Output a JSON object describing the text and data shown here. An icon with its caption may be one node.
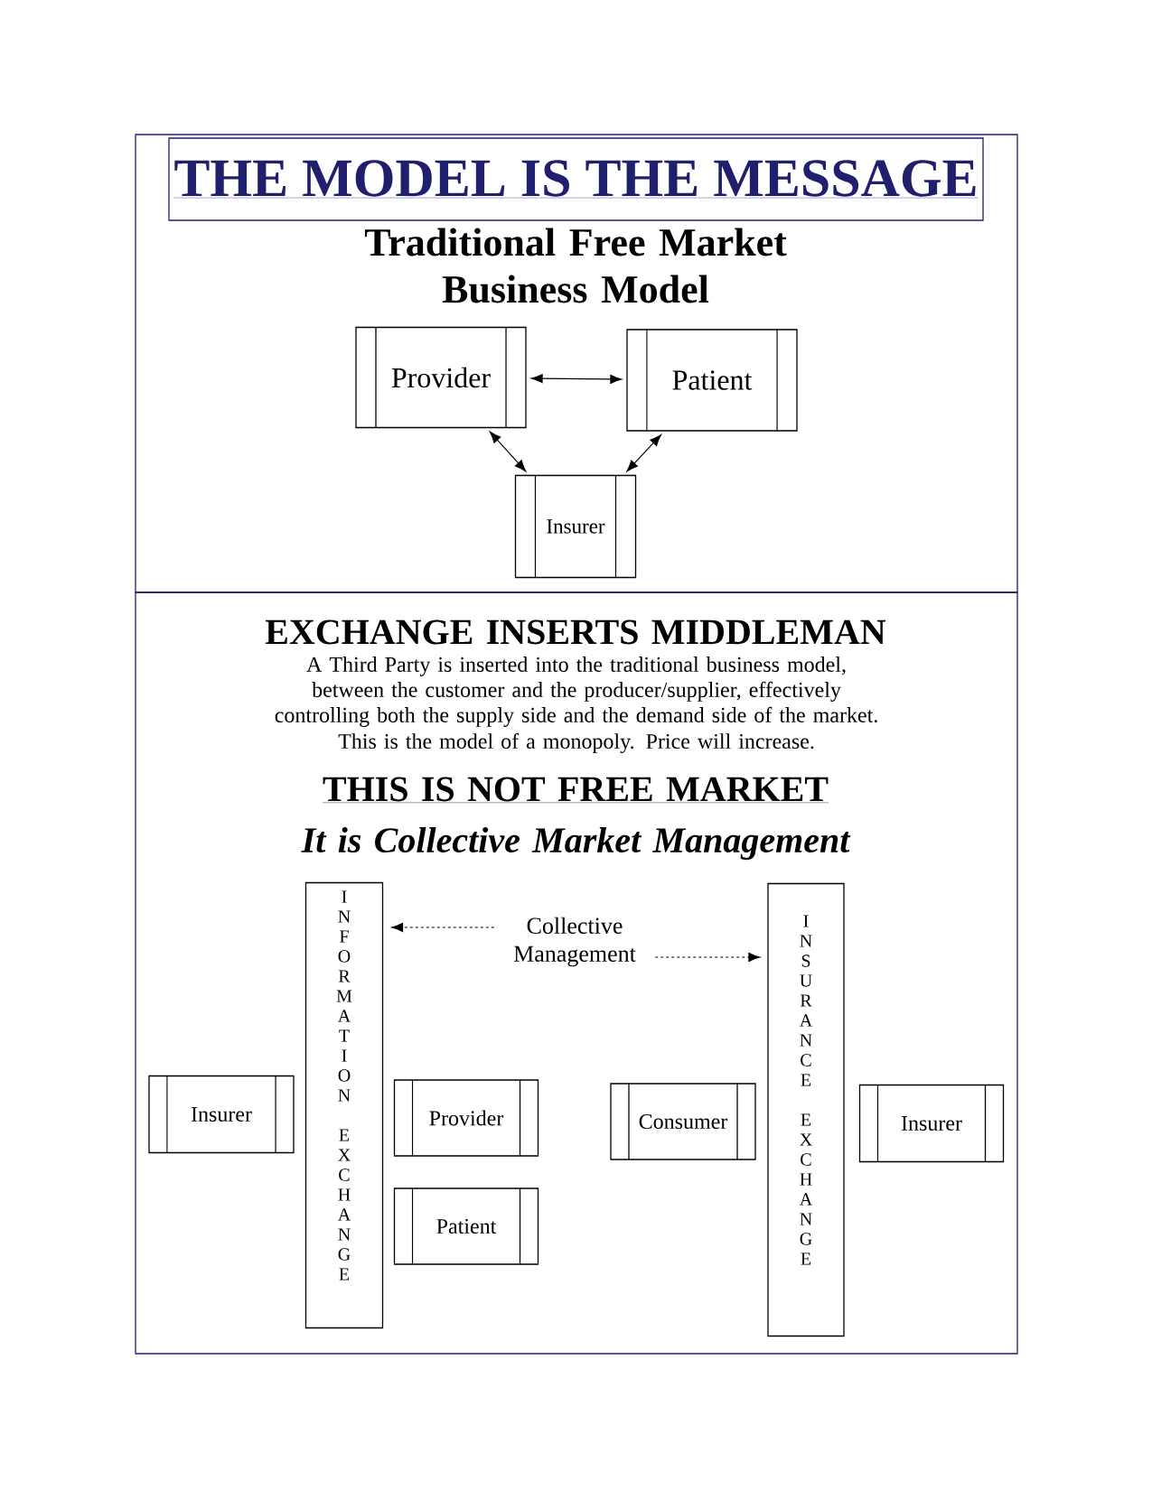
{
  "diagram": {
    "title": "THE MODEL IS THE MESSAGE",
    "nodes": [
      {
        "text": [
          "Provider"
        ]
      },
      {
        "text": [
          "Patient"
        ]
      },
      {
        "text": [
          "Insurer"
        ]
      },
      {
        "text": [
          "INFORMATION EXCHANGE"
        ]
      },
      {
        "text": [
          "Collective Management"
        ]
      },
      {
        "text": [
          "INSURANCE EXCHANGE"
        ]
      },
      {
        "text": [
          "Insurer"
        ]
      },
      {
        "text": [
          "Provider"
        ]
      },
      {
        "text": [
          "Consumer"
        ]
      },
      {
        "text": [
          "Insurer"
        ]
      },
      {
        "text": [
          "Patient"
        ]
      }
    ],
    "edges": [
      {
        "from": 0,
        "to": 1,
        "arrow": "both"
      },
      {
        "from": 0,
        "to": 2,
        "arrow": "both"
      },
      {
        "from": 1,
        "to": 2,
        "arrow": "both"
      },
      {
        "from": 4,
        "to": 3,
        "arrow": "to",
        "style": "dashed"
      },
      {
        "from": 4,
        "to": 5,
        "arrow": "to",
        "style": "dashed"
      }
    ],
    "labels": [
      "Traditional Free Market Business Model",
      "EXCHANGE INSERTS MIDDLEMAN",
      "A Third Party is inserted into the traditional business model, between the customer and the producer/supplier, effectively controlling both the supply side and the demand side of the market.",
      "This is the model of a monopoly. Price will increase.",
      "THIS IS NOT FREE MARKET",
      "It is Collective Market Management"
    ]
  }
}
